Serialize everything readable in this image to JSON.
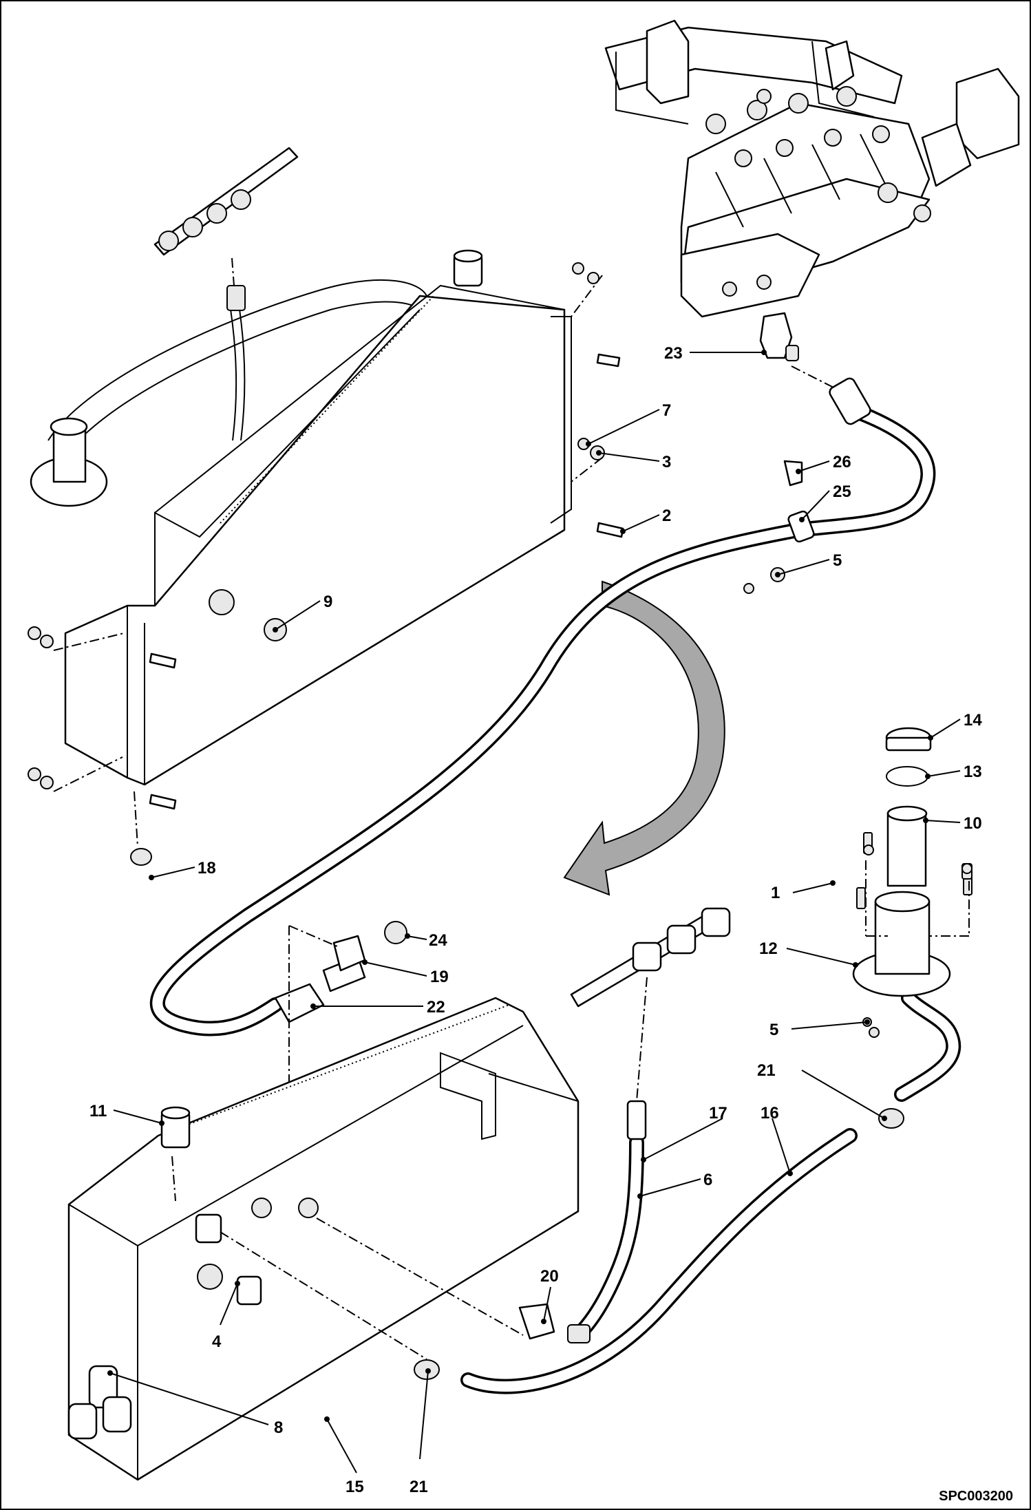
{
  "drawing_code": "SPC003200",
  "callouts": [
    {
      "id": "c1",
      "label": "1"
    },
    {
      "id": "c2",
      "label": "2"
    },
    {
      "id": "c3",
      "label": "3"
    },
    {
      "id": "c4",
      "label": "4"
    },
    {
      "id": "c5a",
      "label": "5"
    },
    {
      "id": "c5b",
      "label": "5"
    },
    {
      "id": "c6",
      "label": "6"
    },
    {
      "id": "c7",
      "label": "7"
    },
    {
      "id": "c8",
      "label": "8"
    },
    {
      "id": "c9",
      "label": "9"
    },
    {
      "id": "c10",
      "label": "10"
    },
    {
      "id": "c11",
      "label": "11"
    },
    {
      "id": "c12",
      "label": "12"
    },
    {
      "id": "c13",
      "label": "13"
    },
    {
      "id": "c14",
      "label": "14"
    },
    {
      "id": "c15",
      "label": "15"
    },
    {
      "id": "c16",
      "label": "16"
    },
    {
      "id": "c17",
      "label": "17"
    },
    {
      "id": "c18",
      "label": "18"
    },
    {
      "id": "c19",
      "label": "19"
    },
    {
      "id": "c20",
      "label": "20"
    },
    {
      "id": "c21a",
      "label": "21"
    },
    {
      "id": "c21b",
      "label": "21"
    },
    {
      "id": "c22",
      "label": "22"
    },
    {
      "id": "c23",
      "label": "23"
    },
    {
      "id": "c24",
      "label": "24"
    },
    {
      "id": "c25",
      "label": "25"
    },
    {
      "id": "c26",
      "label": "26"
    }
  ]
}
